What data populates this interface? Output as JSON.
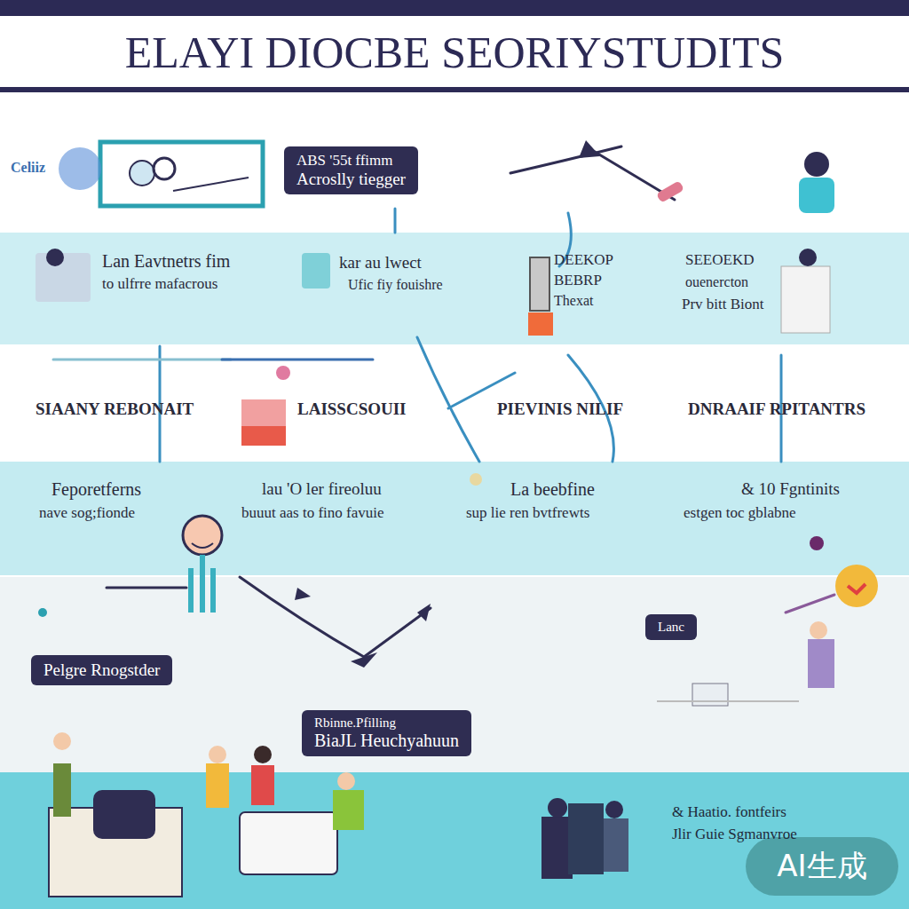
{
  "diagram": {
    "title": "ELAYI DIOCBE SEORIYSTUDITS",
    "nodes": [
      {
        "text": [
          "ABS '55t ffimm",
          "Acroslly tiegger"
        ]
      },
      {
        "text": [
          "Pelgre Rnogstder"
        ]
      },
      {
        "text": [
          "Lanc"
        ]
      },
      {
        "text": [
          "Rbinne.Pfilling",
          "BiaJL Heuchyahuun"
        ]
      }
    ],
    "labels": [
      "Celiiz",
      "Lan Eavtnetrs fim",
      "to ulfrre mafacrous",
      "kar au lwect",
      "Ufic fiy fouishre",
      "DEEKOP",
      "BEBRP",
      "Thexat",
      "SEEOEKD",
      "ouenercton",
      "Prv bitt Biont",
      "SIAANY REBONAIT",
      "LAISSCSOUII",
      "PIEVINIS NILIF",
      "DNRAAIF RPITANTRS",
      "Feporetferns",
      "nave sog;fionde",
      "lau 'O ler fireoluu",
      "buuut aas to fino favuie",
      "La beebfine",
      "sup lie ren bvtfrewts",
      "& 10 Fgntinits",
      "estgen toc gblabne",
      "& Haatio. fontfeirs",
      "Jlir Guie Sgmanvroe",
      "AI生成"
    ]
  }
}
